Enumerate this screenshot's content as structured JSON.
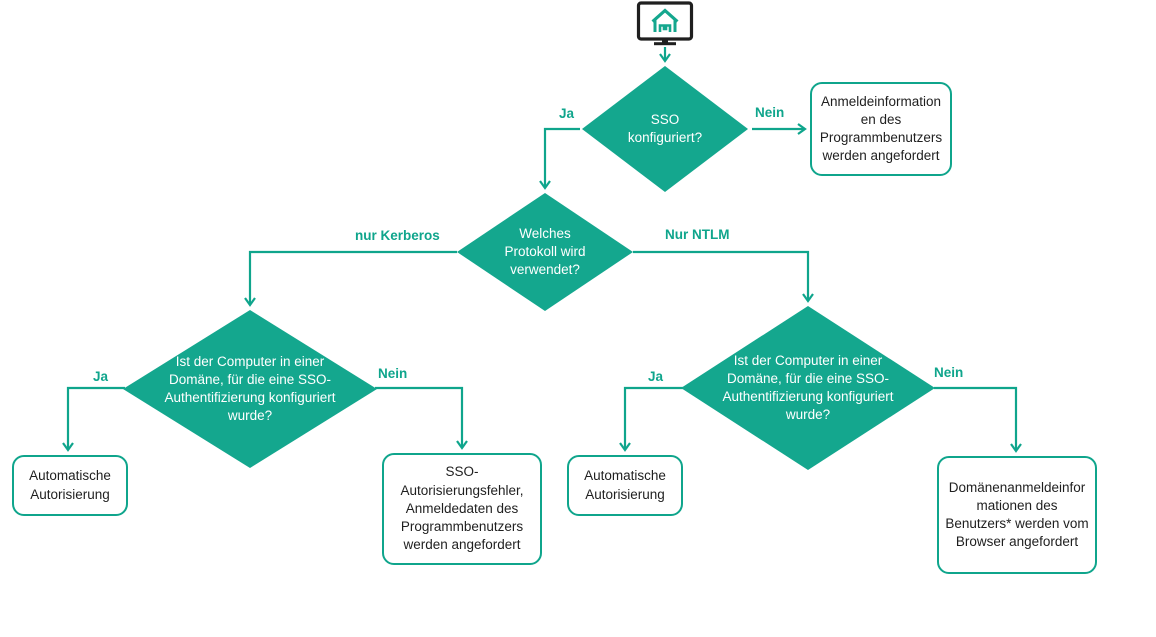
{
  "colors": {
    "accent": "#0FA58C",
    "node_fill": "#14A78E",
    "icon_frame": "#1f1f1f",
    "diamond_text": "#FFFFFF",
    "box_text": "#1F1F1F"
  },
  "icons": {
    "start": "monitor-home-icon"
  },
  "nodes": {
    "sso_configured": {
      "type": "decision",
      "label": "SSO konfiguriert?"
    },
    "protocol": {
      "type": "decision",
      "label": "Welches Protokoll wird verwendet?"
    },
    "domain_left": {
      "type": "decision",
      "label": "Ist der Computer in einer Domäne, für die eine SSO-Authentifizierung konfiguriert wurde?"
    },
    "domain_right": {
      "type": "decision",
      "label": "Ist der Computer in einer Domäne, für die eine SSO-Authentifizierung konfiguriert wurde?"
    },
    "creds_requested": {
      "type": "terminal",
      "label": "Anmeldeinformationen des Programmbenutzers werden angefordert"
    },
    "auto_auth_left": {
      "type": "terminal",
      "label": "Automatische Autorisierung"
    },
    "sso_error": {
      "type": "terminal",
      "label": "SSO-Autorisierungsfehler, Anmeldedaten des Programmbenutzers werden angefordert"
    },
    "auto_auth_right": {
      "type": "terminal",
      "label": "Automatische Autorisierung"
    },
    "domain_creds_browser": {
      "type": "terminal",
      "label": "Domänenanmeldeinformationen des Benutzers* werden vom Browser angefordert"
    }
  },
  "edges": {
    "sso_yes": "Ja",
    "sso_no": "Nein",
    "kerberos": "nur Kerberos",
    "ntlm": "Nur NTLM",
    "left_yes": "Ja",
    "left_no": "Nein",
    "right_yes": "Ja",
    "right_no": "Nein"
  }
}
